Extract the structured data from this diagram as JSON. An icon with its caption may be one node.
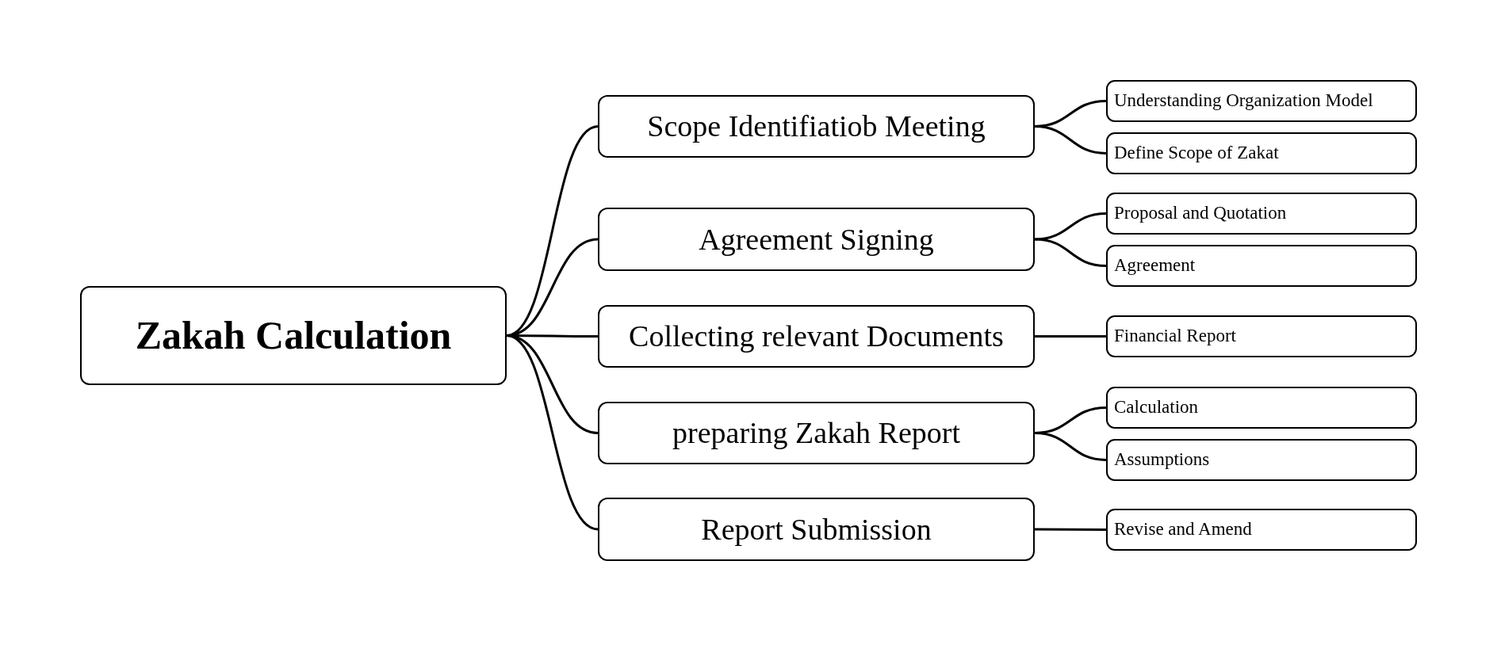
{
  "diagram": {
    "nodes": [
      {
        "text": [
          "Zakah Calculation"
        ]
      },
      {
        "text": [
          "Scope Identifiatiob Meeting"
        ]
      },
      {
        "text": [
          "Understanding Organization Model"
        ]
      },
      {
        "text": [
          "Define Scope of Zakat"
        ]
      },
      {
        "text": [
          "Agreement Signing"
        ]
      },
      {
        "text": [
          "Proposal and Quotation"
        ]
      },
      {
        "text": [
          "Agreement"
        ]
      },
      {
        "text": [
          "Collecting relevant Documents"
        ]
      },
      {
        "text": [
          "Financial Report"
        ]
      },
      {
        "text": [
          "preparing Zakah Report"
        ]
      },
      {
        "text": [
          "Calculation"
        ]
      },
      {
        "text": [
          "Assumptions"
        ]
      },
      {
        "text": [
          "Report Submission"
        ]
      },
      {
        "text": [
          "Revise and Amend"
        ]
      }
    ],
    "edges": [
      {
        "from": 0,
        "to": 1,
        "arrow": "none"
      },
      {
        "from": 0,
        "to": 4,
        "arrow": "none"
      },
      {
        "from": 0,
        "to": 7,
        "arrow": "none"
      },
      {
        "from": 0,
        "to": 9,
        "arrow": "none"
      },
      {
        "from": 0,
        "to": 12,
        "arrow": "none"
      },
      {
        "from": 1,
        "to": 2,
        "arrow": "none"
      },
      {
        "from": 1,
        "to": 3,
        "arrow": "none"
      },
      {
        "from": 4,
        "to": 5,
        "arrow": "none"
      },
      {
        "from": 4,
        "to": 6,
        "arrow": "none"
      },
      {
        "from": 7,
        "to": 8,
        "arrow": "none"
      },
      {
        "from": 9,
        "to": 10,
        "arrow": "none"
      },
      {
        "from": 9,
        "to": 11,
        "arrow": "none"
      },
      {
        "from": 12,
        "to": 13,
        "arrow": "none"
      }
    ]
  }
}
